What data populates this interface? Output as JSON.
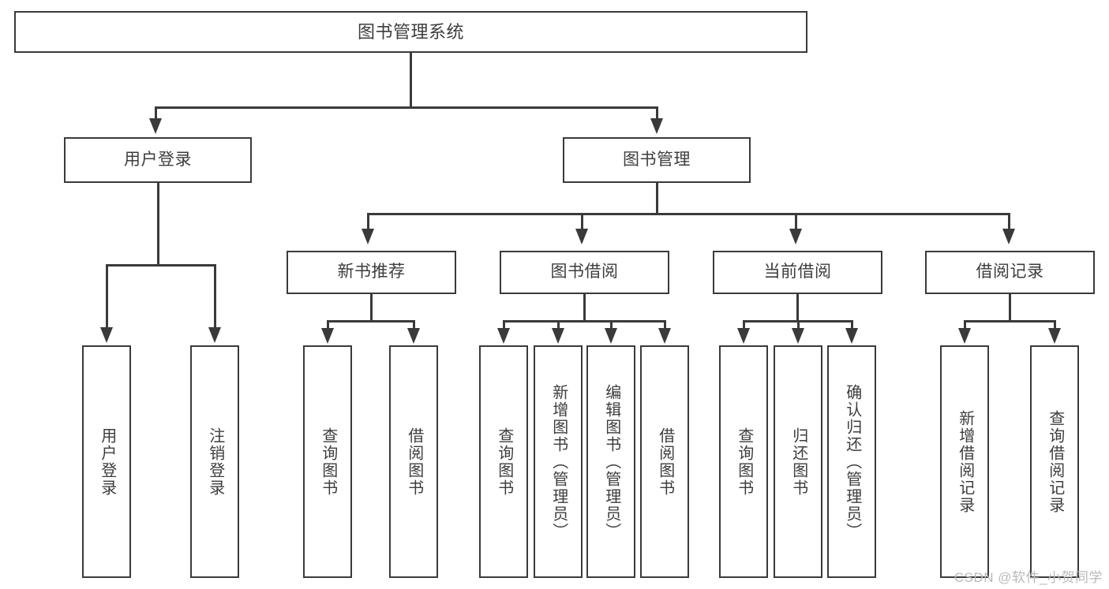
{
  "diagram": {
    "title": "图书管理系统",
    "watermark": "CSDN @软件_小贺同学",
    "colors": {
      "stroke": "#3a3a3a",
      "text": "#3d3d3d",
      "background": "#ffffff",
      "watermark": "#b9b9b9"
    },
    "levels": {
      "root": {
        "label": "图书管理系统"
      },
      "level2": [
        {
          "label": "用户登录"
        },
        {
          "label": "图书管理"
        }
      ],
      "level3": [
        {
          "label": "新书推荐"
        },
        {
          "label": "图书借阅"
        },
        {
          "label": "当前借阅"
        },
        {
          "label": "借阅记录"
        }
      ],
      "leaves": {
        "user_login": [
          {
            "label": "用户登录"
          },
          {
            "label": "注销登录"
          }
        ],
        "new_book": [
          {
            "label": "查询图书"
          },
          {
            "label": "借阅图书"
          }
        ],
        "book_borrow": [
          {
            "label": "查询图书"
          },
          {
            "label": "新增图书（管理员）"
          },
          {
            "label": "编辑图书（管理员）"
          },
          {
            "label": "借阅图书"
          }
        ],
        "current_borrow": [
          {
            "label": "查询图书"
          },
          {
            "label": "归还图书"
          },
          {
            "label": "确认归还（管理员）"
          }
        ],
        "borrow_record": [
          {
            "label": "新增借阅记录"
          },
          {
            "label": "查询借阅记录"
          }
        ]
      }
    }
  }
}
